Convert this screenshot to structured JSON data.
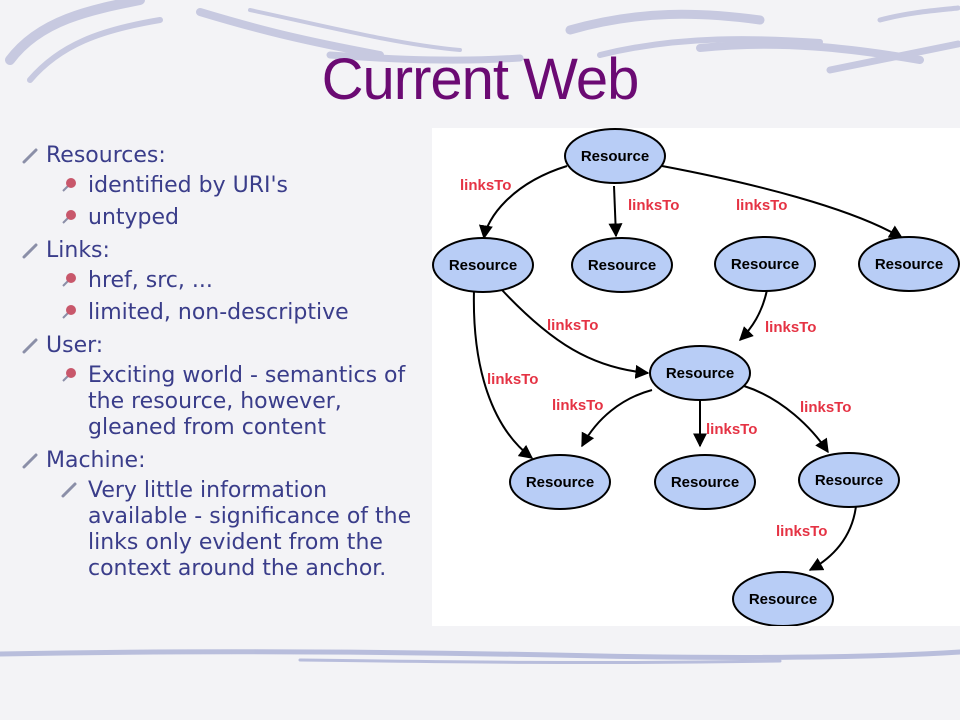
{
  "slide": {
    "title": "Current Web"
  },
  "bullets": [
    {
      "text": "Resources:",
      "children": [
        "identified by URI's",
        "untyped"
      ]
    },
    {
      "text": "Links:",
      "children": [
        "href, src, ...",
        "limited, non-descriptive"
      ]
    },
    {
      "text": "User:",
      "children": [
        "Exciting world - semantics of the resource, however, gleaned from content"
      ]
    },
    {
      "text": "Machine:",
      "children": [
        "Very little information available - significance of the links only evident from the context around the anchor."
      ]
    }
  ],
  "diagram": {
    "node_label": "Resource",
    "edge_label": "linksTo",
    "colors": {
      "node_fill": "#b8cdf6",
      "edge_label": "#e53344",
      "title": "#6b0a73",
      "text": "#3a3d8a"
    }
  }
}
